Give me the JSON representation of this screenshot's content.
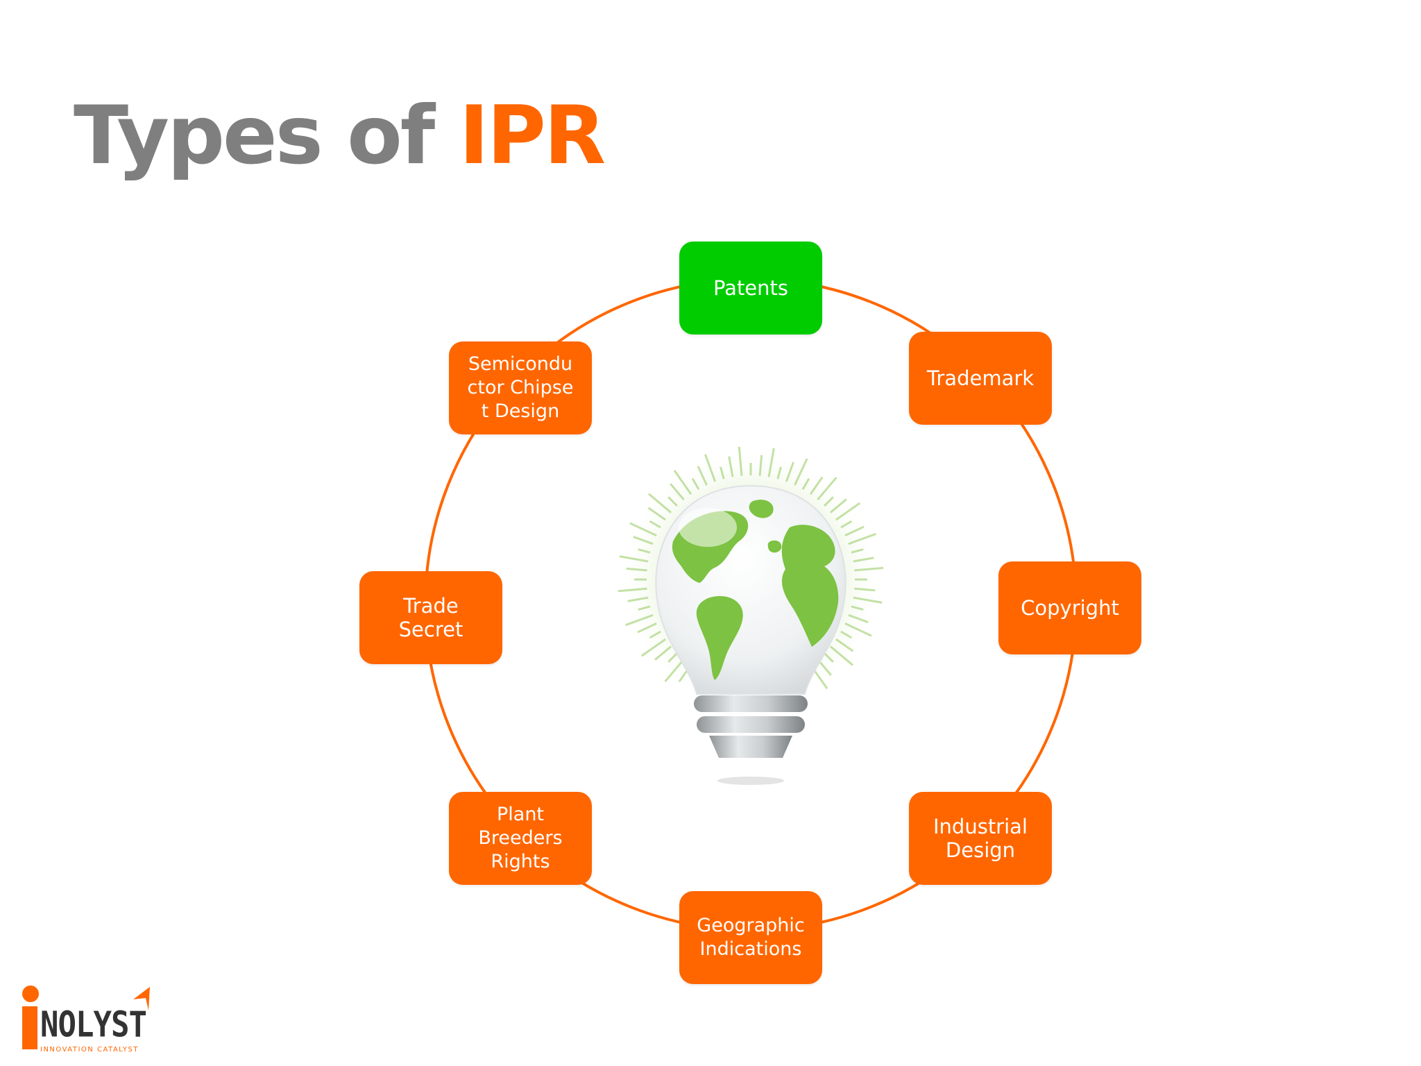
{
  "slide": {
    "title_main": "Types of ",
    "title_accent": "IPR"
  },
  "diagram": {
    "center_icon": "lightbulb-globe-icon",
    "nodes": [
      {
        "label": "Patents",
        "color": "#00cc00"
      },
      {
        "label": "Trademark",
        "color": "#ff6600"
      },
      {
        "label": "Copyright",
        "color": "#ff6600"
      },
      {
        "label": "Industrial Design",
        "color": "#ff6600"
      },
      {
        "label": "Geographic Indications",
        "color": "#ff6600"
      },
      {
        "label": "Plant Breeders Rights",
        "color": "#ff6600"
      },
      {
        "label": "Trade Secret",
        "color": "#ff6600"
      },
      {
        "label": "Semiconductor Chipset Design",
        "color": "#ff6600"
      }
    ],
    "ring_color": "#ff6600"
  },
  "logo": {
    "name": "NOLYST",
    "tagline": "INNOVATION CATALYST"
  },
  "colors": {
    "title_gray": "#7f7f7f",
    "accent_orange": "#ff6600",
    "highlight_green": "#00cc00"
  }
}
